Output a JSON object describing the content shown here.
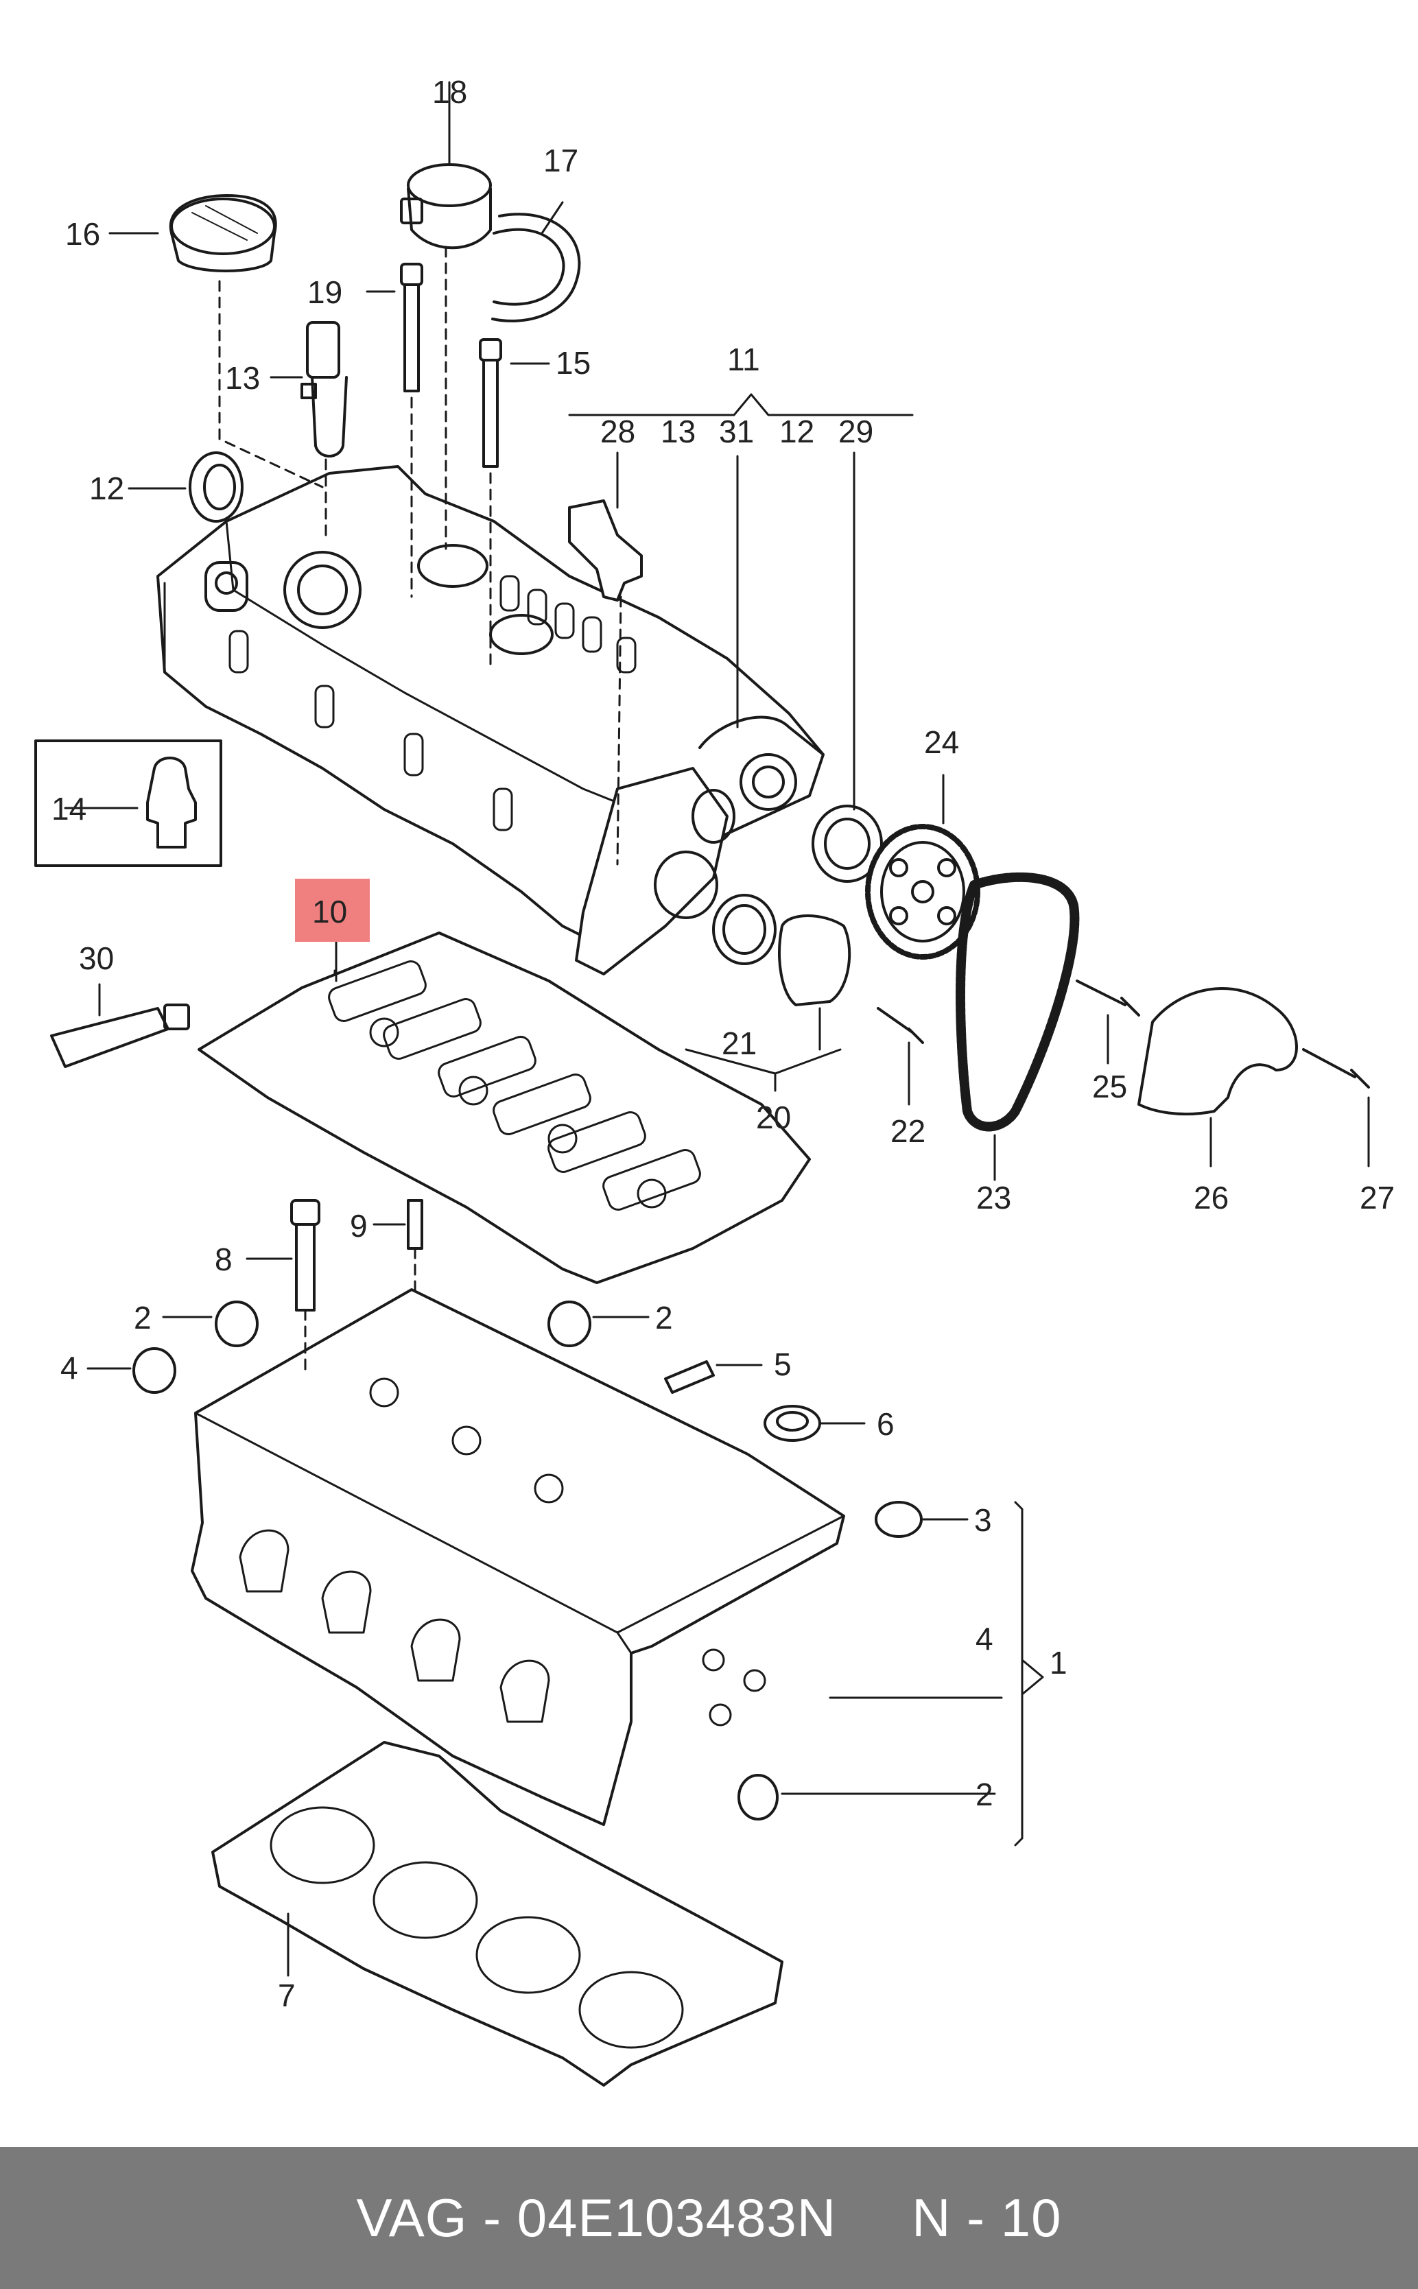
{
  "callouts": {
    "c1": "1",
    "c2a": "2",
    "c2b": "2",
    "c2c": "2",
    "c3": "3",
    "c4a": "4",
    "c4b": "4",
    "c5": "5",
    "c6": "6",
    "c7": "7",
    "c8": "8",
    "c9": "9",
    "c10": "10",
    "c11": "11",
    "c12a": "12",
    "c12b": "12",
    "c13a": "13",
    "c13b": "13",
    "c14": "14",
    "c15": "15",
    "c16": "16",
    "c17": "17",
    "c18": "18",
    "c19": "19",
    "c20": "20",
    "c21": "21",
    "c22": "22",
    "c23": "23",
    "c24": "24",
    "c25": "25",
    "c26": "26",
    "c27": "27",
    "c28": "28",
    "c29": "29",
    "c30": "30",
    "c31": "31"
  },
  "highlight_color": "#f08080",
  "footer": {
    "part": "VAG - 04E103483N",
    "ref": "N - 10"
  }
}
